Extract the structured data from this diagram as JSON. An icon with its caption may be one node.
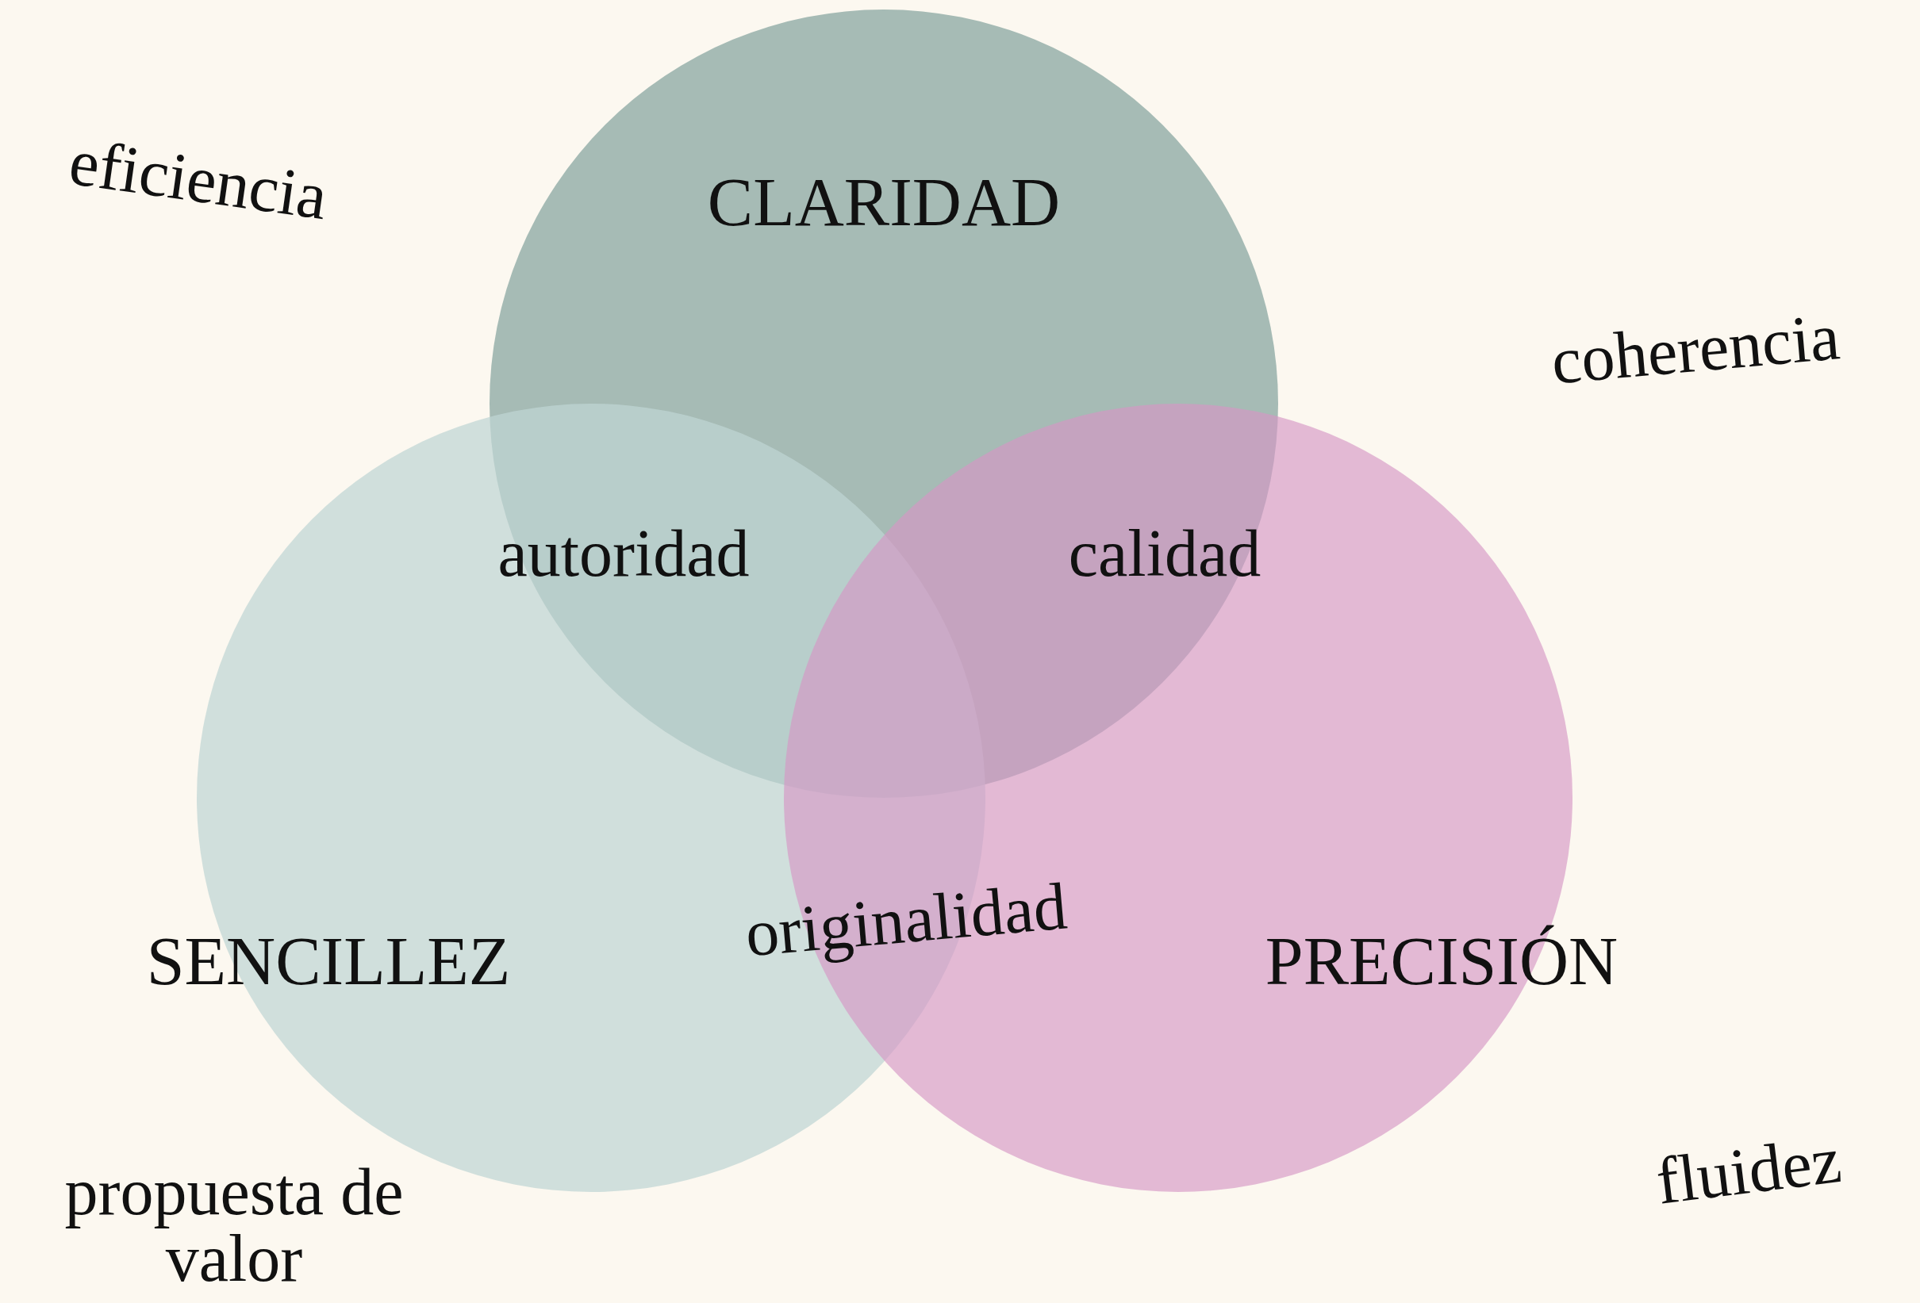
{
  "diagram": {
    "nodes": [
      {
        "text": [
          "CLARIDAD"
        ]
      },
      {
        "text": [
          "SENCILLEZ"
        ]
      },
      {
        "text": [
          "PRECISIÓN"
        ]
      }
    ],
    "edges": [],
    "labels": [
      "eficiencia",
      "coherencia",
      "autoridad",
      "calidad",
      "originalidad",
      "propuesta de valor",
      "fluidez"
    ]
  }
}
